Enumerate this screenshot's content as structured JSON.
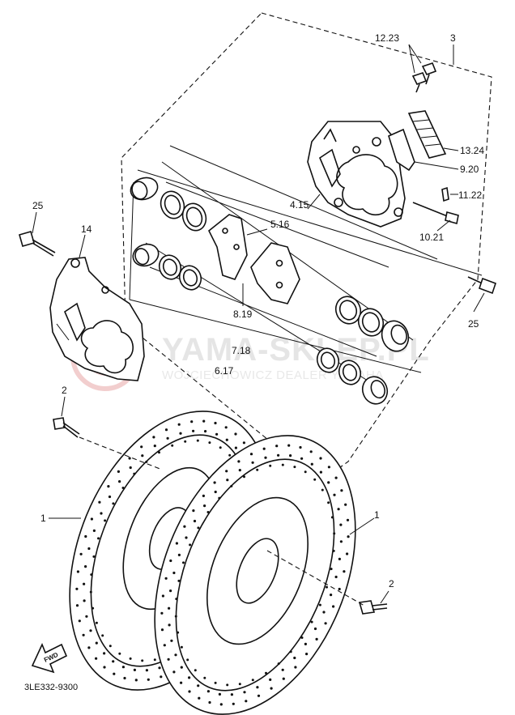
{
  "labels": {
    "bolt_12_23": "12.23",
    "assembly_3": "3",
    "pad_clip_13_24": "13.24",
    "pad_spring_9_20": "9.20",
    "cap_11_22": "11.22",
    "piston_seal_4_15": "4.15",
    "pad_5_16": "5.16",
    "bleed_10_21": "10.21",
    "pad_8_19": "8.19",
    "seal_kit_7_18": "7.18",
    "seal_kit_6_17": "6.17",
    "bolt_25_left": "25",
    "bolt_25_right": "25",
    "caliper_14": "14",
    "bolt_2_top": "2",
    "bolt_2_bottom": "2",
    "disc_1_left": "1",
    "disc_1_right": "1"
  },
  "fwd_label": "FWD",
  "diagram_code": "3LE332-9300",
  "watermark": {
    "title": "YAMA-SKLEP.PL",
    "subtitle": "WOJCIECHOWICZ DEALER YAMAHA",
    "color": "#c85050"
  }
}
